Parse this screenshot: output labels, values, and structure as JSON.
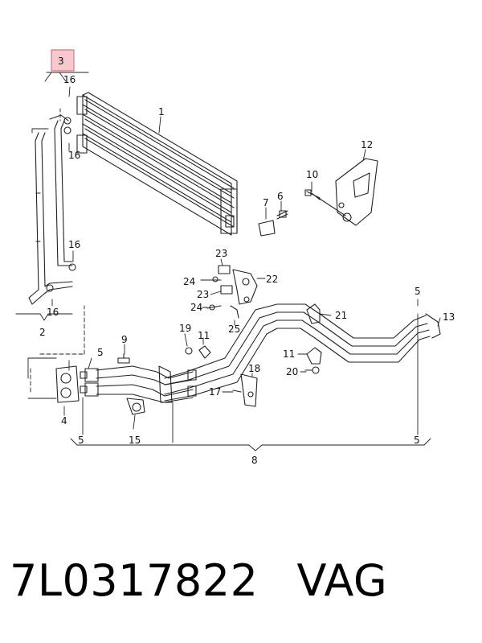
{
  "callouts": {
    "c1": "1",
    "c2": "2",
    "c3": "3",
    "c4": "4",
    "c5": "5",
    "c6": "6",
    "c7": "7",
    "c8": "8",
    "c9": "9",
    "c10": "10",
    "c11": "11",
    "c12": "12",
    "c13": "13",
    "c15": "15",
    "c16": "16",
    "c17": "17",
    "c18": "18",
    "c19": "19",
    "c20": "20",
    "c21": "21",
    "c22": "22",
    "c23": "23",
    "c24": "24",
    "c25": "25"
  },
  "caption": {
    "part_number": "7L0317822",
    "brand": "VAG"
  },
  "colors": {
    "line": "#222222",
    "highlight_fill": "#f6c9cf",
    "highlight_stroke": "#d47884"
  }
}
